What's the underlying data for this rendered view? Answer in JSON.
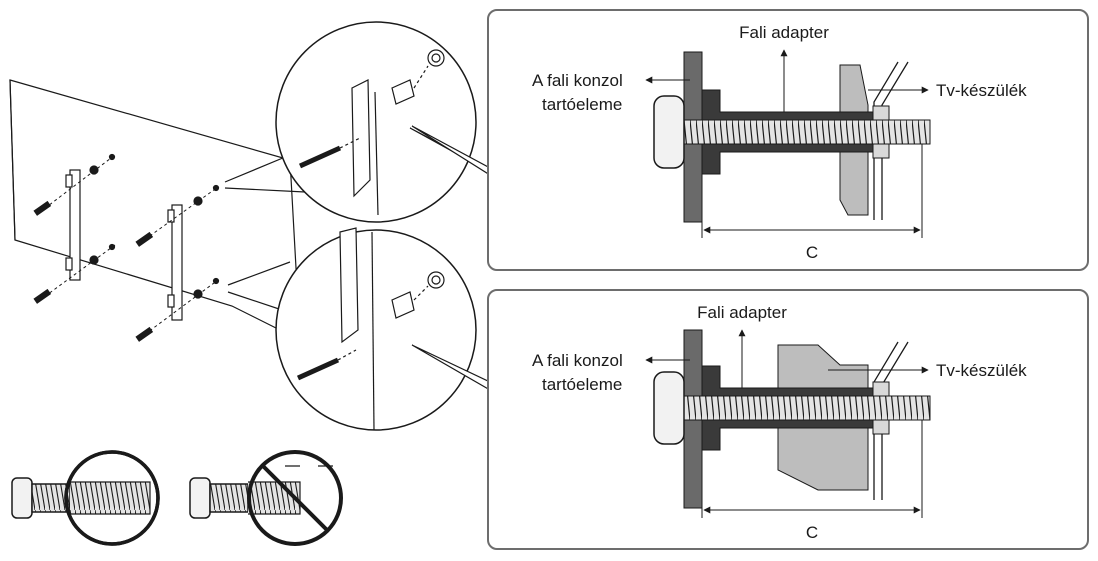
{
  "panels": [
    {
      "wall_bracket_label": [
        "A fali konzol",
        "tartóeleme"
      ],
      "adapter_label": "Fali adapter",
      "tv_label": "Tv-készülék",
      "dimension_label": "C"
    },
    {
      "wall_bracket_label": [
        "A fali konzol",
        "tartóeleme"
      ],
      "adapter_label": "Fali adapter",
      "tv_label": "Tv-készülék",
      "dimension_label": "C"
    }
  ],
  "colors": {
    "line": "#1a1a1a",
    "panel_border": "#6d6d6d",
    "bracket_fill": "#6a6a6a",
    "adapter_fill": "#3a3a3a",
    "tv_part_fill": "#bdbdbd",
    "screw_fill": "#d9d9d9",
    "head_fill": "#f2f2f2"
  },
  "icons": {
    "correct_screw": "screw-correct-icon",
    "incorrect_screw": "screw-prohibited-icon"
  }
}
